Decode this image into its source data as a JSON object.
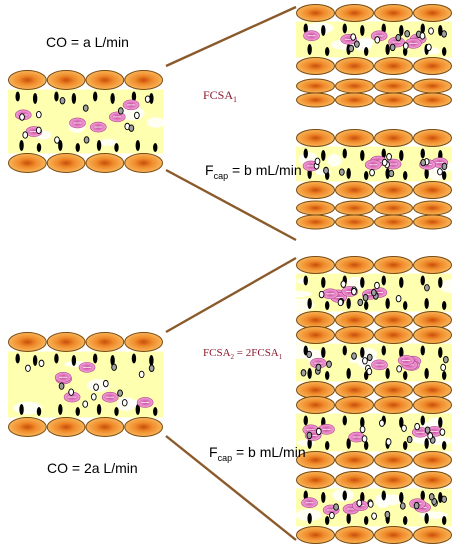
{
  "colors": {
    "background": "#ffffff",
    "cell_fill_light": "#F8A23A",
    "cell_fill_dark": "#D96A12",
    "cell_outline": "#7A4A10",
    "interstitium": "#FFFFB0",
    "rbc": "#E070B8",
    "rbc_dark": "#B04090",
    "pore_capillary": "#000000",
    "particle_gray": "#A0A0A0",
    "connector": "#8B5A2B",
    "flux_label": "#8B1A2B"
  },
  "labels": {
    "co_top": "CO = a L/min",
    "co_bottom": "CO = 2a L/min",
    "fcsa1": "FCSA",
    "fcsa1_sub": "1",
    "fcsa2_main": "FCSA",
    "fcsa2_sub": "2",
    "fcsa2_eq": " = 2FCSA",
    "fcsa2_eq_sub": "1",
    "fcap_top_main": "F",
    "fcap_top_sub": "cap",
    "fcap_top_rest": " = b mL/min",
    "fcap_bottom_main": "F",
    "fcap_bottom_sub": "cap",
    "fcap_bottom_rest": " = b mL/min"
  },
  "icons": {
    "capillary_segment": "capillary-segment-icon",
    "closed_segment": "closed-capillary-icon",
    "endothelial_cell": "endothelial-cell-icon",
    "red_blood_cell": "red-blood-cell-icon",
    "pore": "pore-icon"
  }
}
